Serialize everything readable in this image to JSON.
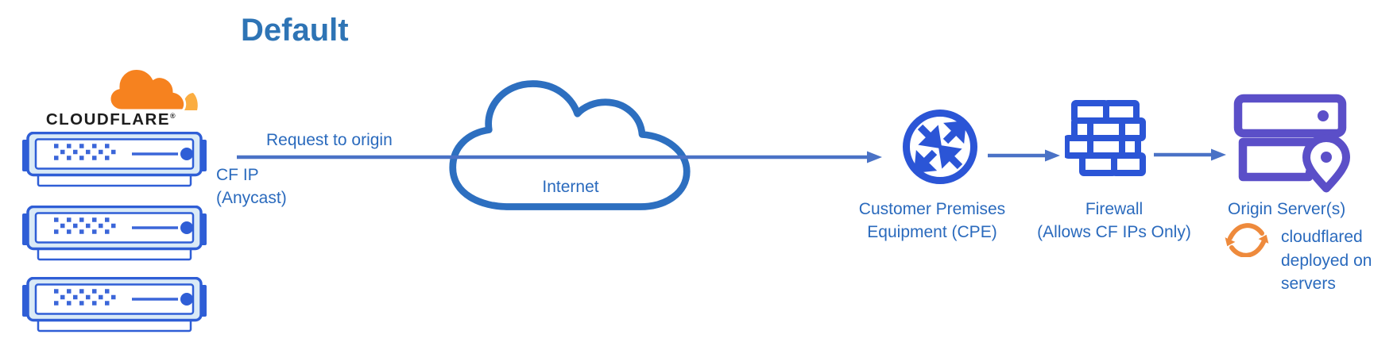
{
  "title": "Default",
  "cloudflare": {
    "wordmark": "CLOUDFLARE",
    "trademark": "®",
    "server_count": 3
  },
  "flow": {
    "request_label": "Request to origin",
    "source_ip_line1": "CF IP",
    "source_ip_line2": "(Anycast)",
    "internet_label": "Internet",
    "cpe_label_line1": "Customer Premises",
    "cpe_label_line2": "Equipment (CPE)",
    "firewall_label_line1": "Firewall",
    "firewall_label_line2": "(Allows CF IPs Only)",
    "origin_label": "Origin Server(s)",
    "origin_note_line1": "cloudflared",
    "origin_note_line2": "deployed on",
    "origin_note_line3": "servers"
  },
  "icons": {
    "cloudflare_logo": "cloudflare-logo-cloud-icon",
    "edge_servers": "cloudflare-server-icon",
    "internet": "internet-cloud-icon",
    "cpe": "router-cpe-icon",
    "firewall": "firewall-brick-icon",
    "origin": "origin-server-icon",
    "pin": "location-pin-icon",
    "sync": "sync-arrows-icon",
    "arrows": "arrow-right-icon"
  },
  "colors": {
    "title_blue": "#2e74b5",
    "label_blue": "#2a6abd",
    "arrow_slate_blue": "#4a72c6",
    "cloud_stroke_blue": "#2d6fc0",
    "icon_royal_blue": "#2b55d6",
    "server_border_blue": "#2f5ed6",
    "server_fill_light": "#daeaf7",
    "origin_purple": "#5b4fc8",
    "cloudflare_orange": "#f6821f",
    "cloudflare_orange_light": "#fbad41",
    "sync_orange": "#ee8a3c",
    "wordmark_black": "#1d1d1d"
  }
}
